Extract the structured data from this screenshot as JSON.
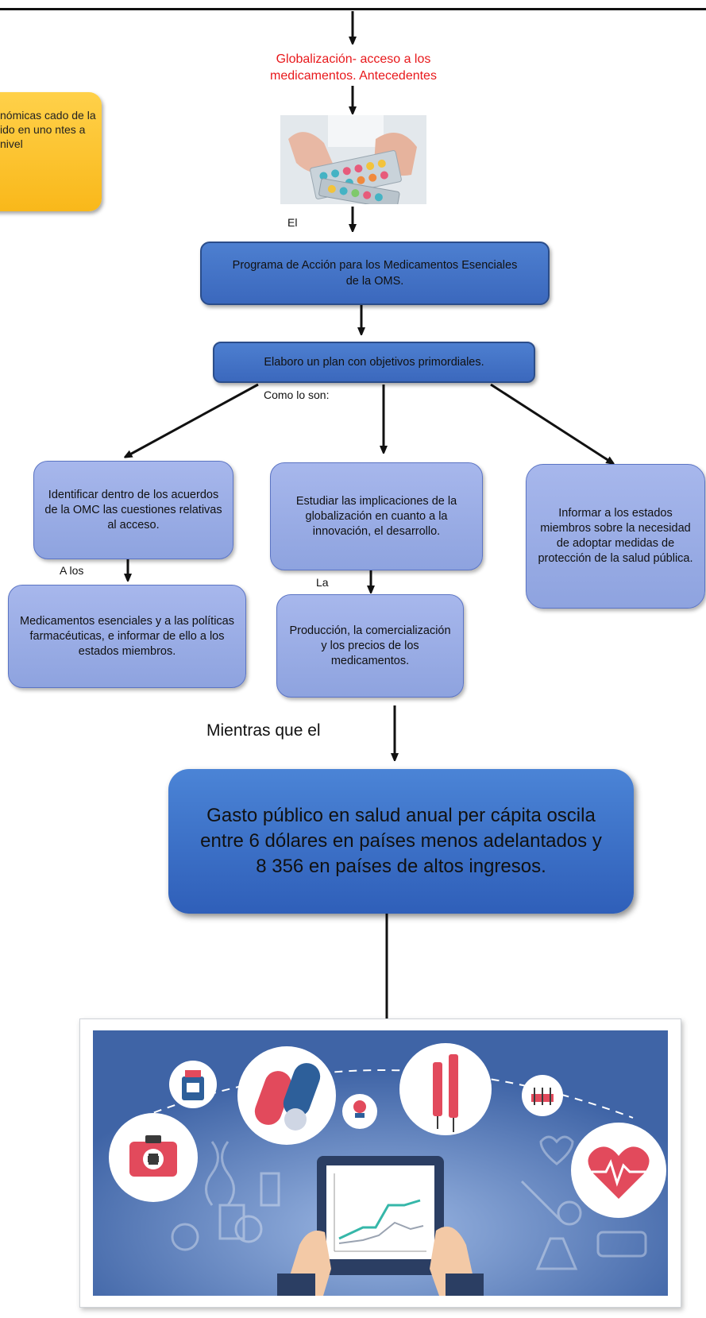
{
  "flow": {
    "top_title": "Globalización- acceso a los medicamentos. Antecedentes",
    "side_note": "nómicas cado de la ido en uno ntes a nivel",
    "label_el": "El",
    "programa": "Programa de Acción para los Medicamentos Esenciales de la OMS.",
    "plan": "Elaboro un plan con objetivos primordiales.",
    "label_como": "Como lo son:",
    "branch_left": "Identificar dentro de los acuerdos de la OMC las cuestiones relativas al acceso.",
    "label_a_los": "A los",
    "branch_left_sub": "Medicamentos esenciales y a las políticas farmacéuticas, e informar de ello a los estados miembros.",
    "branch_mid": "Estudiar las implicaciones de la globalización en cuanto a la innovación, el desarrollo.",
    "label_la": "La",
    "branch_mid_sub": "Producción, la comercialización y los precios de los medicamentos.",
    "branch_right": "Informar a los estados miembros sobre la necesidad de adoptar medidas de protección de la salud pública.",
    "label_mientras": "Mientras que el",
    "gasto": "Gasto público en salud anual per cápita oscila entre 6 dólares en países menos adelantados y 8 356 en países de altos ingresos."
  },
  "colors": {
    "title_red": "#e8181b",
    "box_dark_blue": "#3b68bd",
    "box_light_blue": "#9aaee6",
    "note_yellow": "#fbc02d",
    "illustration_bg": "#3f64a6"
  }
}
